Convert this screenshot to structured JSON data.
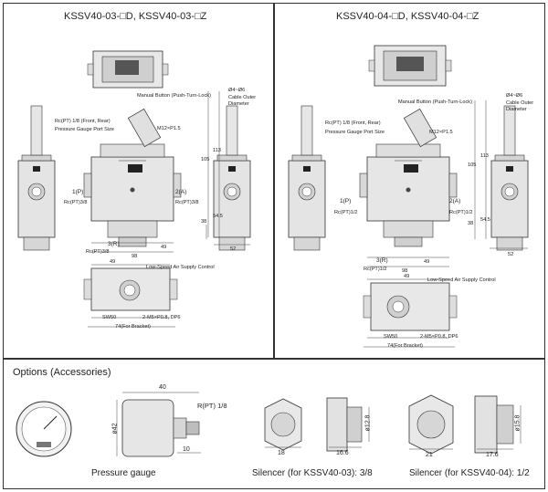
{
  "panels": {
    "left": {
      "title": "KSSV40-03-□D, KSSV40-03-□Z",
      "manual_button": "Manual Button (Push-Turn-Lock)",
      "port_rc": "Rc(PT) 1/8 (Front, Rear)",
      "gauge_port": "Pressure Gauge Port Size",
      "m12": "M12×P1.5",
      "cable_dia": "Ø4~Ø6",
      "cable_outer": "Cable Outer",
      "diameter": "Diameter",
      "in_port": "1(P)",
      "in_rc": "Rc(PT)3/8",
      "out_port": "2(A)",
      "out_rc": "Rc(PT)3/8",
      "exh_port": "3(R)",
      "exh_rc": "Rc(PT)3/8",
      "dim_49a": "49",
      "dim_98": "98",
      "dim_105": "105",
      "dim_113": "113",
      "dim_38": "38",
      "dim_54": "54.5",
      "dim_52": "52",
      "dim_49b": "49",
      "low_speed": "Low-Speed Air Supply Control",
      "sw": "SW50",
      "m5": "2-M5×P0.8, DP6",
      "bracket": "74(For Bracket)"
    },
    "right": {
      "title": "KSSV40-04-□D, KSSV40-04-□Z",
      "manual_button": "Manual Button (Push-Turn-Lock)",
      "port_rc": "Rc(PT) 1/8 (Front, Rear)",
      "gauge_port": "Pressure Gauge Port Size",
      "m12": "M12×P1.5",
      "cable_dia": "Ø4~Ø6",
      "cable_outer": "Cable Outer",
      "diameter": "Diameter",
      "in_port": "1(P)",
      "in_rc": "Rc(PT)1/2",
      "out_port": "2(A)",
      "out_rc": "Rc(PT)1/2",
      "exh_port": "3(R)",
      "exh_rc": "Rc(PT)1/2",
      "dim_49a": "49",
      "dim_98": "98",
      "dim_105": "105",
      "dim_113": "113",
      "dim_38": "38",
      "dim_54": "54.5",
      "dim_52": "52",
      "dim_49b": "49",
      "low_speed": "Low-Speed Air Supply Control",
      "sw": "SW50",
      "m5": "2-M5×P0.8, DP6",
      "bracket": "74(For Bracket)"
    }
  },
  "options": {
    "heading": "Options (Accessories)",
    "gauge": {
      "caption": "Pressure gauge",
      "dim_40": "40",
      "dim_42": "ø42",
      "thread": "R(PT) 1/8",
      "dim_10": "10"
    },
    "silencer03": {
      "caption": "Silencer (for KSSV40-03): 3/8",
      "dim_18": "18",
      "dim_16": "16.6",
      "dim_dia": "ø12.8"
    },
    "silencer04": {
      "caption": "Silencer (for KSSV40-04): 1/2",
      "dim_21": "21",
      "dim_17": "17.6",
      "dim_dia": "ø15.8"
    }
  }
}
